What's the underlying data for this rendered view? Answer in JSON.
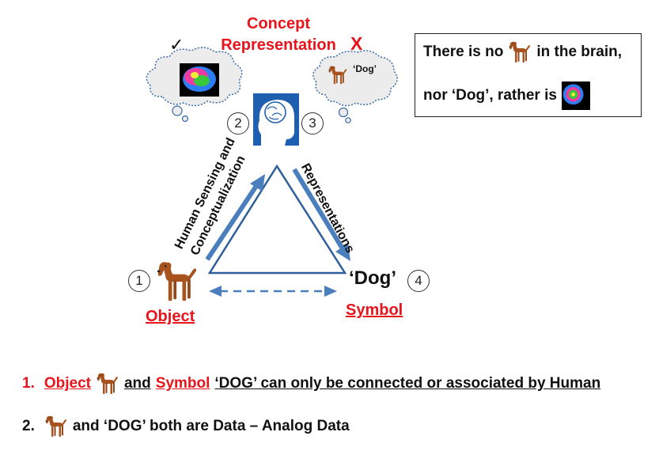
{
  "header": {
    "concept_line1": "Concept",
    "concept_line2": "Representation",
    "check_mark": "✓",
    "x_mark": "X"
  },
  "thought_bubble_right": {
    "label": "‘Dog’"
  },
  "nodes": {
    "n1": "1",
    "n2": "2",
    "n3": "3",
    "n4": "4"
  },
  "labels": {
    "object": "Object",
    "symbol": "Symbol",
    "dog_symbol": "‘Dog’",
    "left_edge_line1": "Human Sensing  and",
    "left_edge_line2": "Conceptualization",
    "right_edge": "Representations"
  },
  "info_box": {
    "line1_a": "There is no",
    "line1_b": "in the brain,",
    "line2_a": "nor ‘Dog’, rather is"
  },
  "footer": {
    "item1_num": "1.",
    "item1_object": "Object",
    "item1_and": "and",
    "item1_symbol": "Symbol",
    "item1_rest": "‘DOG’ can only be connected or associated by Human",
    "item2_num": "2.",
    "item2_rest": "and ‘DOG’ both are Data – Analog Data"
  },
  "colors": {
    "red": "#e8141c",
    "arrow_blue": "#4a7ebd",
    "dog_brown": "#a8521e",
    "brain_panel": "#1f5fb0"
  },
  "icons": [
    "dog-icon",
    "brain-head-icon",
    "brain-scan-icon",
    "thought-cloud-icon",
    "check-icon",
    "x-icon"
  ]
}
